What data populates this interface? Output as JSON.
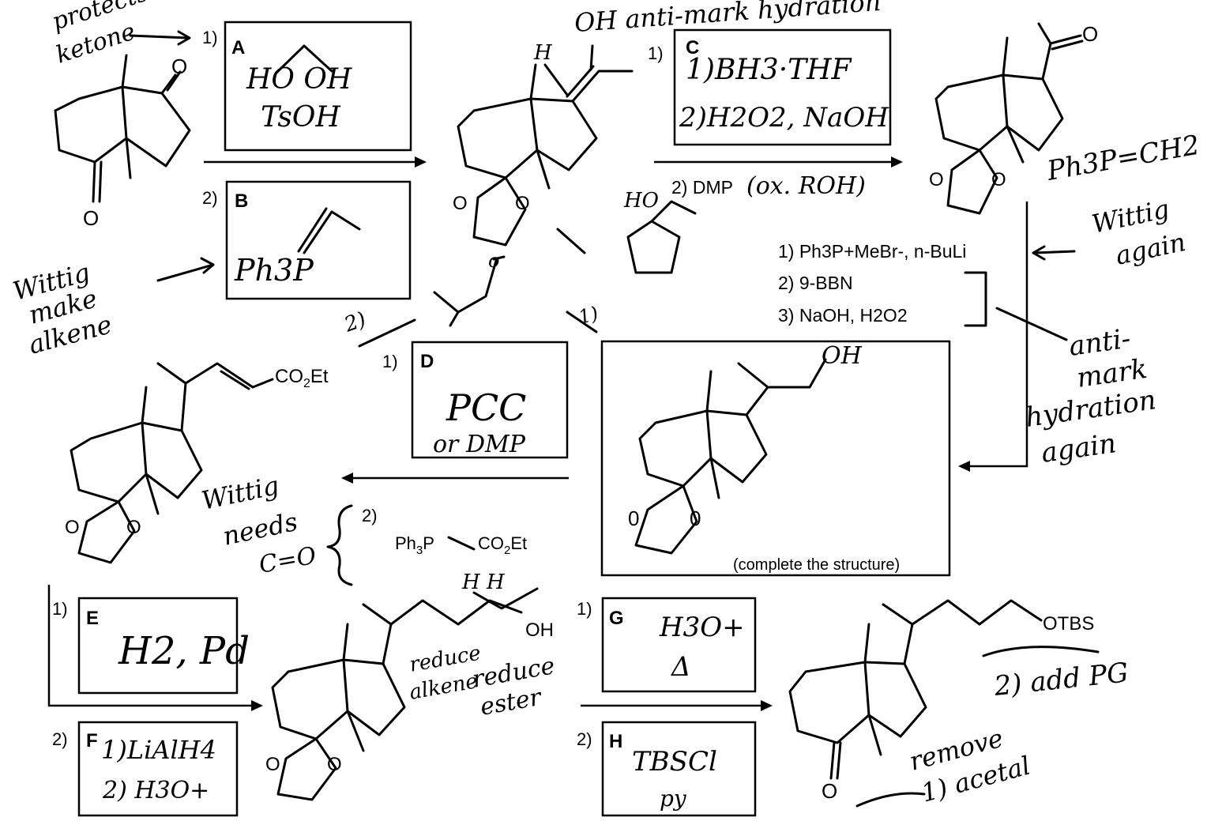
{
  "handwritten_notes": {
    "protects_ketone": "protects\nketone",
    "witting_make_alkene": "Wittig\nmake\nalkene",
    "anti_mark_hydration": "OH  anti-mark hydration",
    "h_label": "H",
    "ph3p_ch2": "Ph3P=CH2",
    "wittig_again": "Wittig\nagain",
    "anti_mark_hydration_again": "anti-\nmark\nhydration\nagain",
    "wittig_needs_co": "Wittig\nneeds\nC=O",
    "reduce_alkene": "reduce\nalkene",
    "reduce_ester": "reduce\nester",
    "hh_label": "H   H",
    "add_pg": "2) add PG",
    "remove_acetal": "remove\n1) acetal",
    "step2_mark": "2)",
    "step1_mark": "1)"
  },
  "boxes": {
    "A": {
      "letter": "A",
      "step": "1)",
      "line1": "HO    OH",
      "line2": "TsOH"
    },
    "B": {
      "letter": "B",
      "step": "2)",
      "line1": "Ph3P"
    },
    "C": {
      "letter": "C",
      "step": "1)",
      "line1": "1)BH3·THF",
      "line2": "2)H2O2, NaOH"
    },
    "D": {
      "letter": "D",
      "step": "1)",
      "line1": "PCC",
      "line2": "or DMP"
    },
    "E": {
      "letter": "E",
      "step": "1)",
      "line1": "H2, Pd"
    },
    "F": {
      "letter": "F",
      "step": "2)",
      "line1": "1)LiAlH4",
      "line2": "2) H3O+"
    },
    "G": {
      "letter": "G",
      "step": "1)",
      "line1": "H3O+",
      "line2": "Δ"
    },
    "H": {
      "letter": "H",
      "step": "2)",
      "line1": "TBSCl",
      "line2": "py"
    }
  },
  "printed_reagents": {
    "dmp_step": "2) DMP",
    "dmp_note": "(ox. ROH)",
    "seq_1": "1) Ph3P+MeBr-, n-BuLi",
    "seq_2": "2) 9-BBN",
    "seq_3": "3) NaOH, H2O2",
    "wittig_ester_step": "2)",
    "wittig_ester_reagent": "Ph3P=\\CO2Et",
    "complete_structure": "(complete the structure)",
    "co2et": "CO2Et",
    "oh": "OH",
    "otbs": "OTBS",
    "o": "O"
  },
  "colors": {
    "ink": "#000000",
    "background": "#ffffff"
  }
}
